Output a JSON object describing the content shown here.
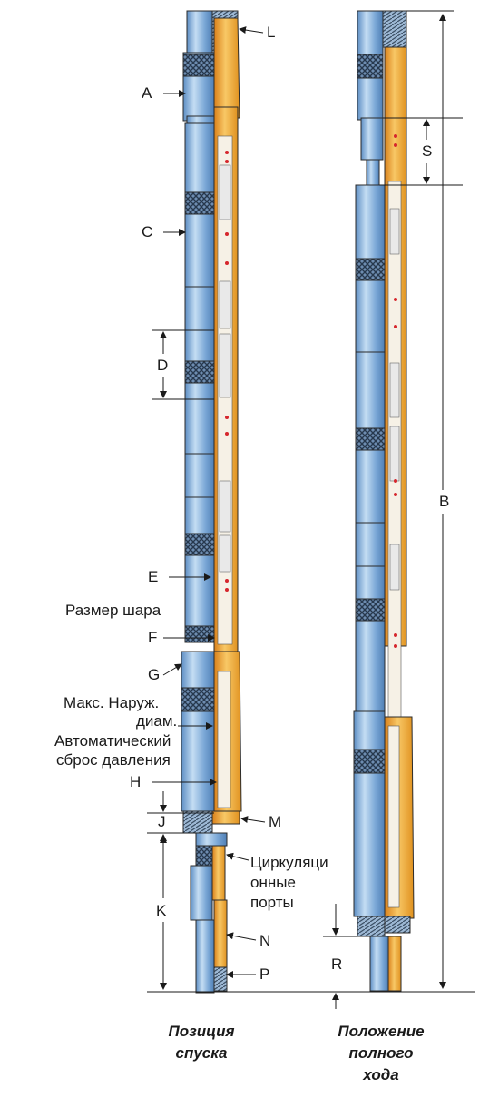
{
  "labels": {
    "A": "A",
    "B": "B",
    "C": "C",
    "D": "D",
    "E": "E",
    "F": "F",
    "G": "G",
    "H": "H",
    "J": "J",
    "K": "K",
    "L": "L",
    "M": "M",
    "N": "N",
    "P": "P",
    "R": "R",
    "S": "S"
  },
  "annotations": {
    "ball_size": "Размер шара",
    "max_od_line1": "Макс. Наруж.",
    "max_od_line2": "диам.",
    "auto_relief_line1": "Автоматический",
    "auto_relief_line2": "сброс давления",
    "circ_ports_line1": "Циркуляци",
    "circ_ports_line2": "онные",
    "circ_ports_line3": "порты"
  },
  "captions": {
    "left_line1": "Позиция",
    "left_line2": "спуска",
    "right_line1": "Положение",
    "right_line2": "полного",
    "right_line3": "хода"
  },
  "colors": {
    "steel": "#6f9fd0",
    "steel_light": "#b9d6f0",
    "brass": "#e89a22",
    "brass_light": "#f7c462",
    "outline": "#2b2b2b"
  }
}
